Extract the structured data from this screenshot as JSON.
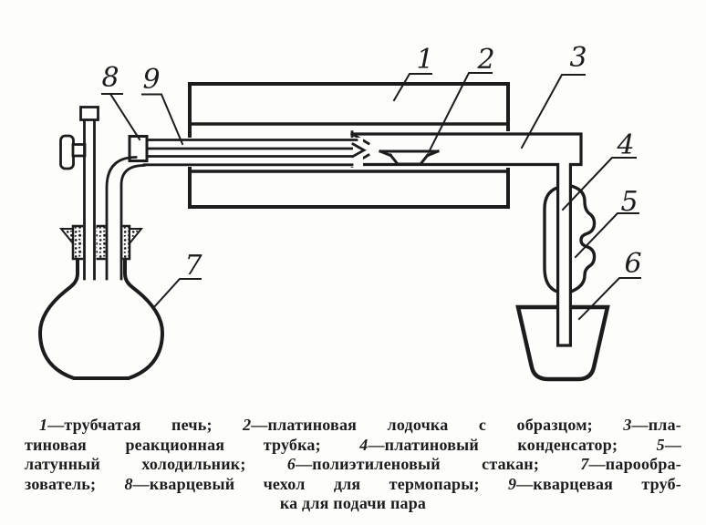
{
  "colors": {
    "ink": "#1c1c1c",
    "paper": "#fdfdfc"
  },
  "diagram": {
    "part_labels": [
      {
        "num": "1",
        "part": "tube-furnace"
      },
      {
        "num": "2",
        "part": "platinum-boat-with-sample"
      },
      {
        "num": "3",
        "part": "platinum-reaction-tube"
      },
      {
        "num": "4",
        "part": "platinum-condenser"
      },
      {
        "num": "5",
        "part": "brass-cooler"
      },
      {
        "num": "6",
        "part": "polyethylene-beaker"
      },
      {
        "num": "7",
        "part": "steam-generator-flask"
      },
      {
        "num": "8",
        "part": "quartz-thermocouple-sheath"
      },
      {
        "num": "9",
        "part": "quartz-steam-supply-tube"
      }
    ]
  },
  "caption": {
    "lines": [
      "1—трубчатая печь; 2—платиновая лодочка с образцом; 3—пла-",
      "тиновая реакционная трубка; 4—платиновый конденсатор; 5—",
      "латунный холодильник; 6—полиэтиленовый стакан; 7—парообра-",
      "зователь; 8—кварцевый чехол для термопары; 9—кварцевая труб-",
      "ка для подачи пара"
    ]
  }
}
